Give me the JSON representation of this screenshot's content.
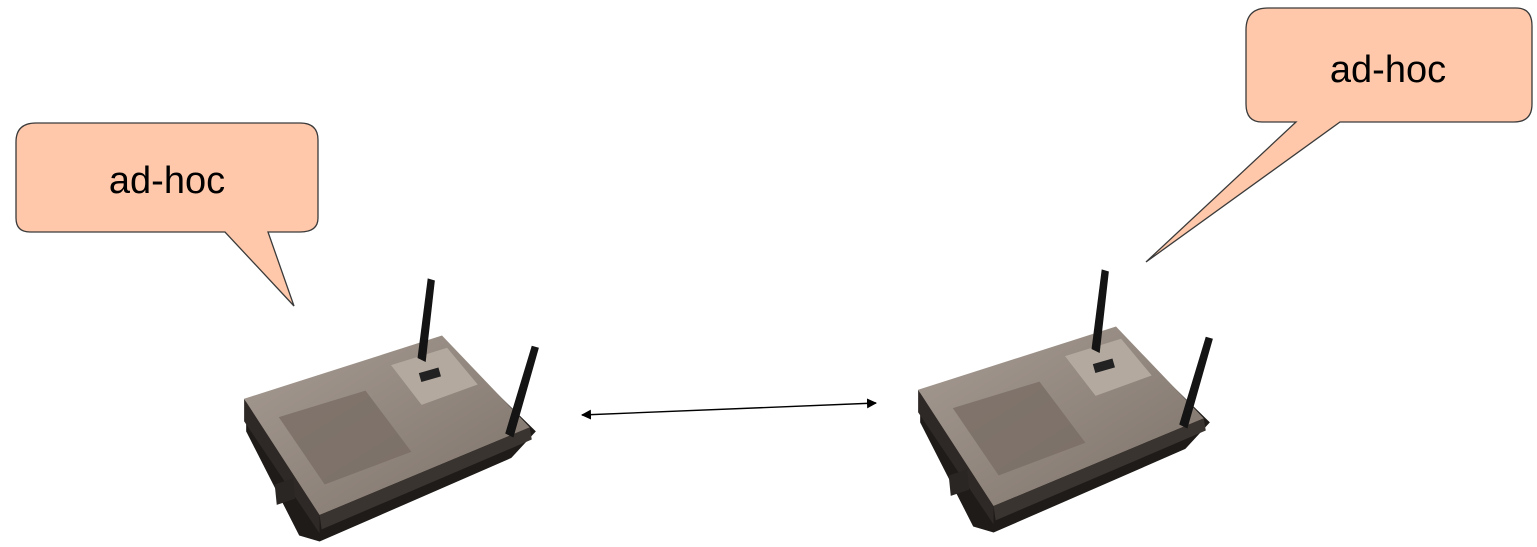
{
  "colors": {
    "background": "#ffffff",
    "bubble_fill": "#ffc8aa",
    "bubble_stroke": "#3a3a3a",
    "router_body": "#8a7f76",
    "router_top": "#9d938a",
    "router_base": "#1e1b19",
    "antenna": "#141414",
    "arrow": "#000000"
  },
  "callouts": [
    {
      "label": "ad-hoc"
    },
    {
      "label": "ad-hoc"
    }
  ],
  "devices": [
    {
      "icon": "wireless-router-icon"
    },
    {
      "icon": "wireless-router-icon"
    }
  ],
  "connection": {
    "type": "bidirectional-arrow"
  }
}
